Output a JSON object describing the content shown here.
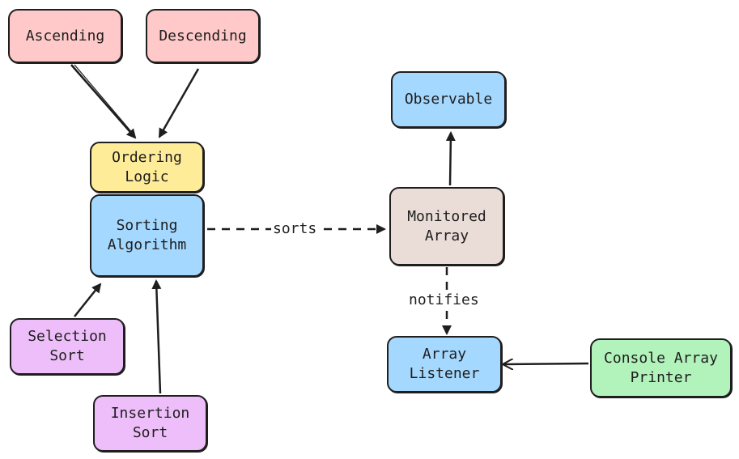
{
  "colors": {
    "pink": "#ffc9c9",
    "yellow": "#ffec99",
    "blue": "#a5d8ff",
    "purple": "#eebefa",
    "beige": "#eaddd7",
    "green": "#b2f2bb",
    "stroke": "#1e1e1e"
  },
  "nodes": {
    "ascending": "Ascending",
    "descending": "Descending",
    "ordering_logic": "Ordering\nLogic",
    "sorting_algorithm": "Sorting\nAlgorithm",
    "selection_sort": "Selection\nSort",
    "insertion_sort": "Insertion\nSort",
    "observable": "Observable",
    "monitored_array": "Monitored\nArray",
    "array_listener": "Array\nListener",
    "console_array_printer": "Console Array\nPrinter"
  },
  "edges": {
    "sorts": "sorts",
    "notifies": "notifies"
  }
}
